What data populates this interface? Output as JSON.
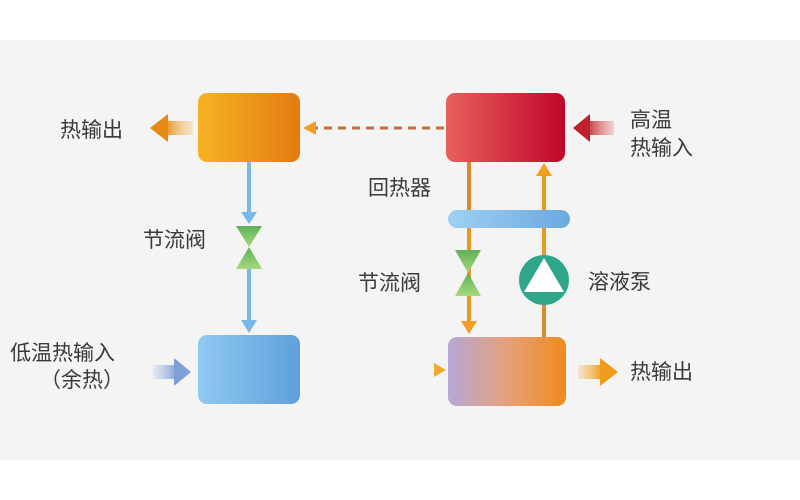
{
  "labels": {
    "heat_out_left": "热输出",
    "throttle_left": "节流阀",
    "low_temp_input_line1": "低温热输入",
    "low_temp_input_line2": "（余热）",
    "regenerator": "回热器",
    "throttle_right": "节流阀",
    "solution_pump": "溶液泵",
    "high_temp_input_line1": "高温",
    "high_temp_input_line2": "热输入",
    "heat_out_right": "热输出"
  },
  "colors": {
    "condenser": "#f29a1c",
    "generator": "#c8102e",
    "evaporator": "#7ab8ea",
    "absorber": "#ee8a2a",
    "valve": "#7cc36a",
    "pump": "#2fa58a",
    "regenerator_bar": "#8cc4ef"
  }
}
